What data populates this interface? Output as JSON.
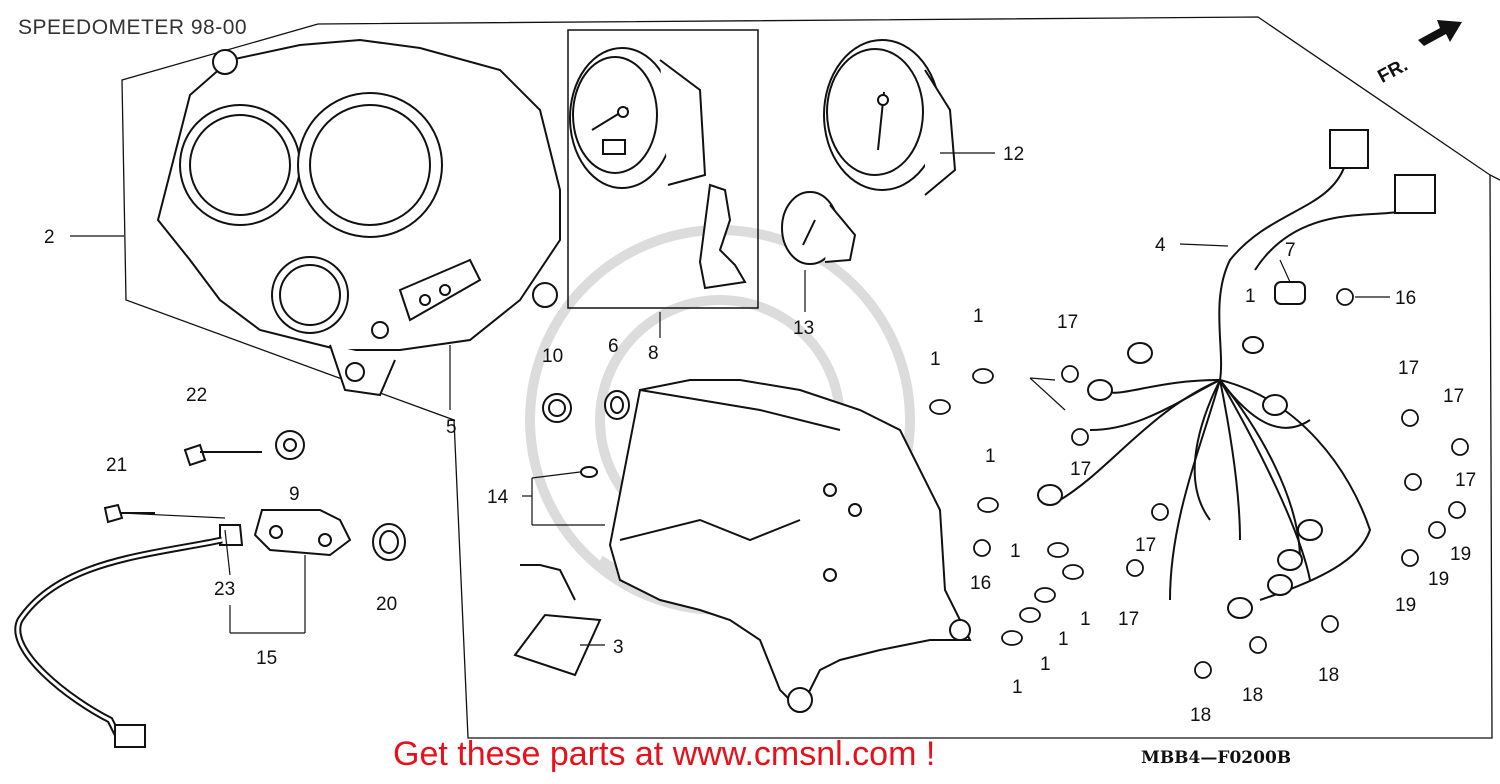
{
  "page": {
    "title": "SPEEDOMETER 98-00",
    "promo": "Get these parts at www.cmsnl.com !",
    "diagram_code": "MBB4—F0200B",
    "direction_label": "FR."
  },
  "colors": {
    "line": "#111111",
    "promo": "#e8101a",
    "watermark": "#dddddd"
  },
  "callouts": [
    {
      "id": "c2",
      "text": "2"
    },
    {
      "id": "c5",
      "text": "5"
    },
    {
      "id": "c8",
      "text": "8"
    },
    {
      "id": "c12",
      "text": "12"
    },
    {
      "id": "c13",
      "text": "13"
    },
    {
      "id": "c10",
      "text": "10"
    },
    {
      "id": "c6",
      "text": "6"
    },
    {
      "id": "c22",
      "text": "22"
    },
    {
      "id": "c21",
      "text": "21"
    },
    {
      "id": "c9",
      "text": "9"
    },
    {
      "id": "c23",
      "text": "23"
    },
    {
      "id": "c15",
      "text": "15"
    },
    {
      "id": "c20",
      "text": "20"
    },
    {
      "id": "c14",
      "text": "14"
    },
    {
      "id": "c3",
      "text": "3"
    },
    {
      "id": "c4",
      "text": "4"
    },
    {
      "id": "c7",
      "text": "7"
    },
    {
      "id": "c16a",
      "text": "16"
    },
    {
      "id": "c1a",
      "text": "1"
    },
    {
      "id": "c1b",
      "text": "1"
    },
    {
      "id": "c1c",
      "text": "1"
    },
    {
      "id": "c17a",
      "text": "17"
    },
    {
      "id": "c17b",
      "text": "17"
    },
    {
      "id": "c17c",
      "text": "17"
    },
    {
      "id": "c17d",
      "text": "17"
    },
    {
      "id": "c17e",
      "text": "17"
    },
    {
      "id": "c17f",
      "text": "17"
    },
    {
      "id": "c17g",
      "text": "17"
    },
    {
      "id": "c1d",
      "text": "1"
    },
    {
      "id": "c1e",
      "text": "1"
    },
    {
      "id": "c16b",
      "text": "16"
    },
    {
      "id": "c1f",
      "text": "1"
    },
    {
      "id": "c1g",
      "text": "1"
    },
    {
      "id": "c1h",
      "text": "1"
    },
    {
      "id": "c1i",
      "text": "1"
    },
    {
      "id": "c19a",
      "text": "19"
    },
    {
      "id": "c19b",
      "text": "19"
    },
    {
      "id": "c19c",
      "text": "19"
    },
    {
      "id": "c18a",
      "text": "18"
    },
    {
      "id": "c18b",
      "text": "18"
    },
    {
      "id": "c18c",
      "text": "18"
    }
  ]
}
